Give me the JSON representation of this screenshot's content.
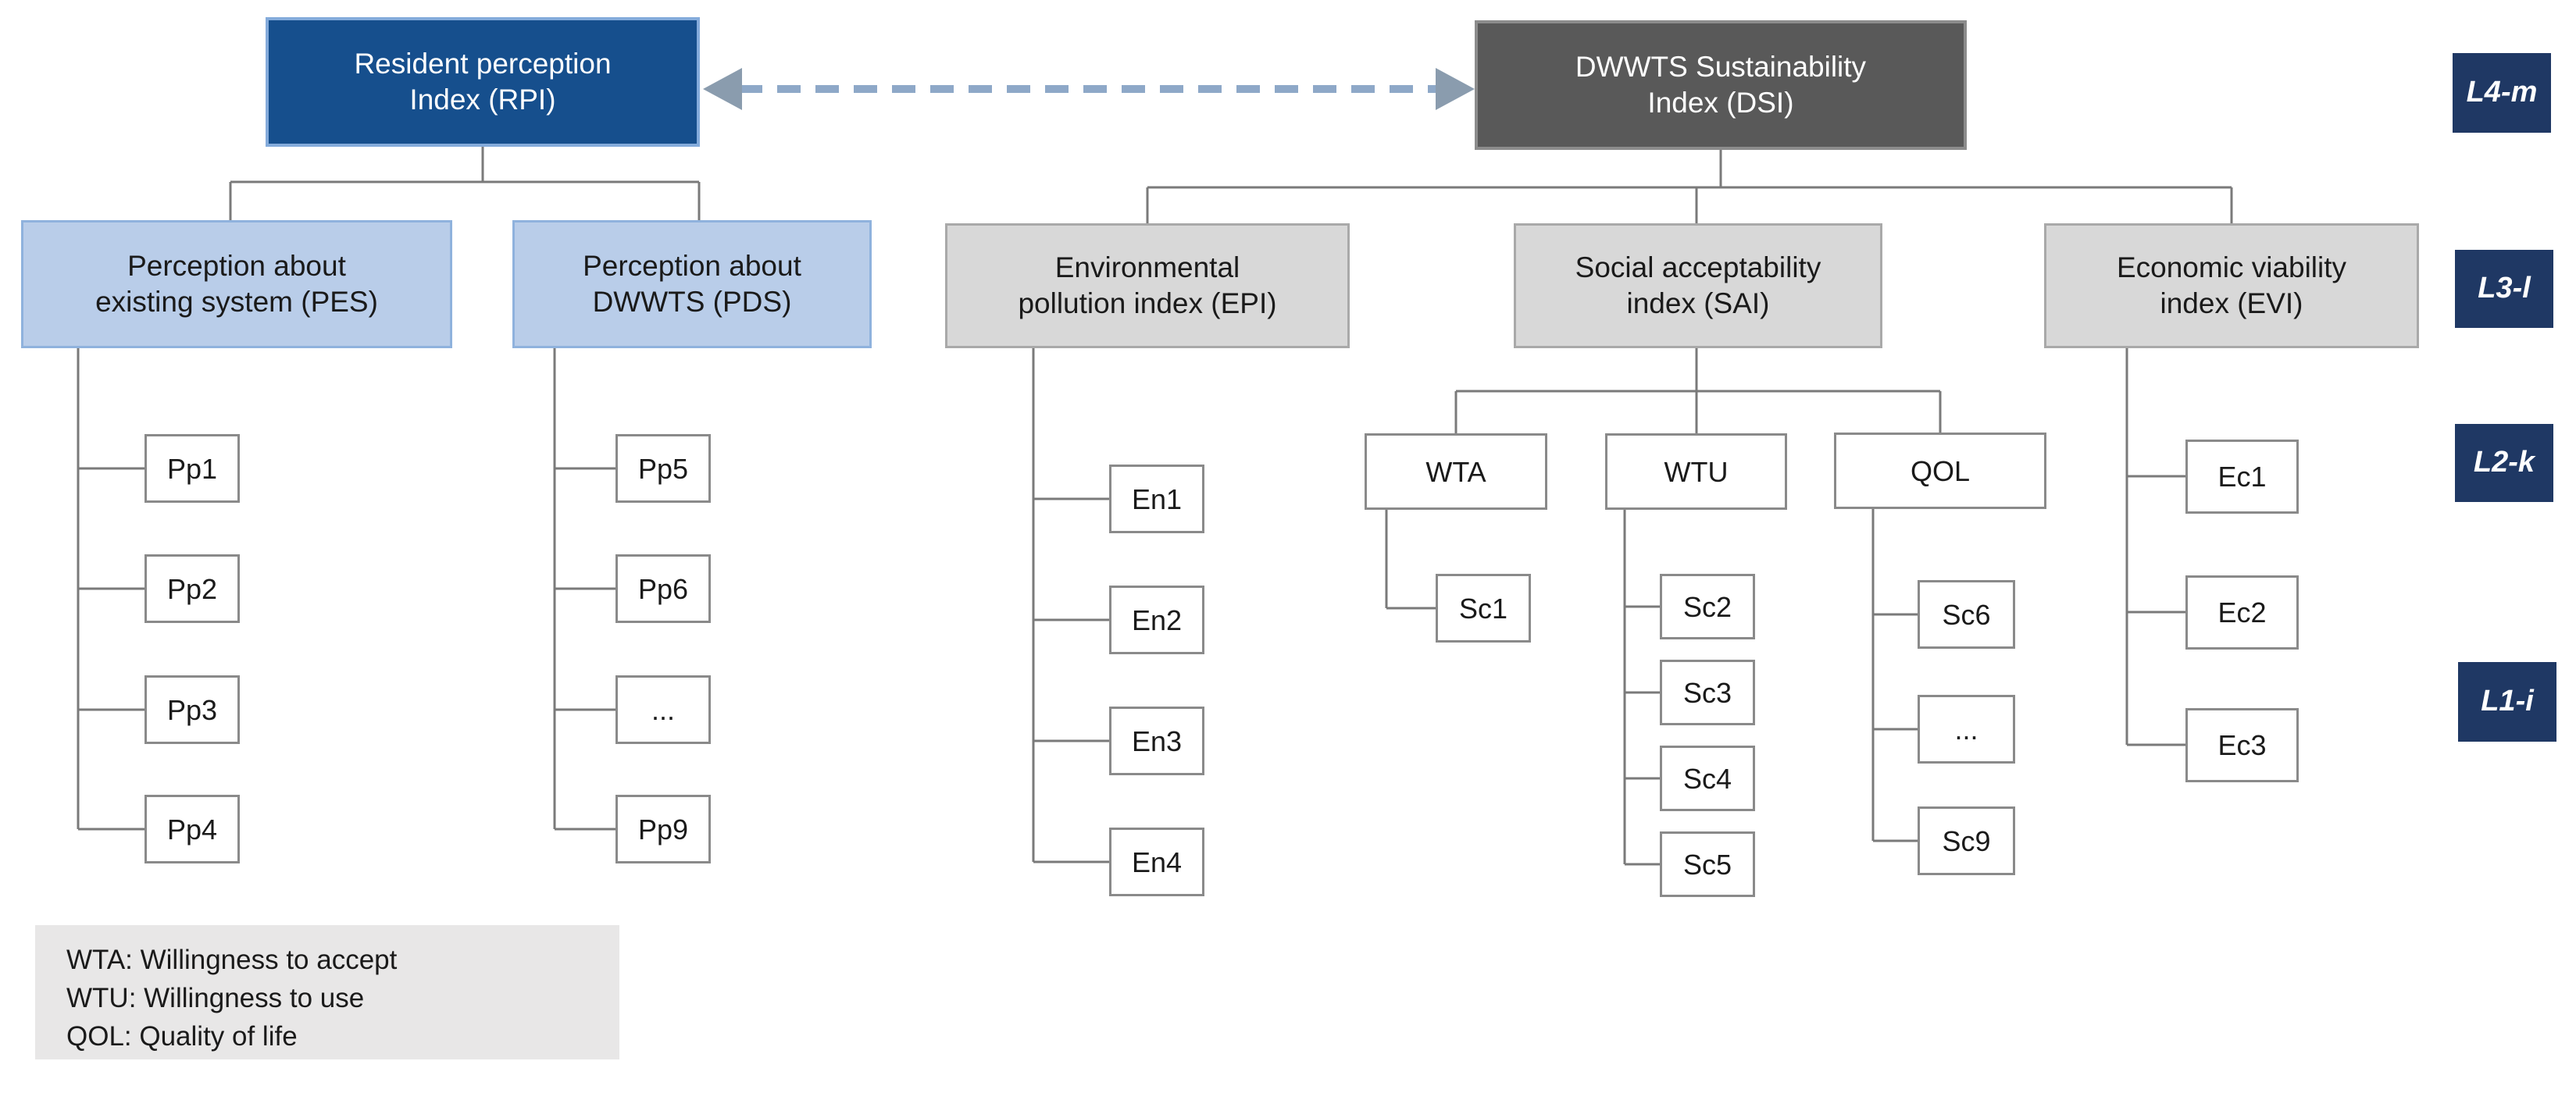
{
  "colors": {
    "root_blue": "#164f8d",
    "root_blue_border": "#84abdb",
    "root_gray": "#595959",
    "level2_blue": "#b9cde9",
    "level2_gray": "#d8d8d8",
    "level_tag_navy": "#1f3864",
    "connector_gray": "#7a7a7a",
    "arrow_blue": "#8ea8c8",
    "legend_bg": "#e8e7e7"
  },
  "top": {
    "rpi": "Resident perception\nIndex (RPI)",
    "dsi": "DWWTS Sustainability\nIndex (DSI)"
  },
  "level2": {
    "pes": "Perception about\nexisting system (PES)",
    "pds": "Perception about\nDWWTS (PDS)",
    "epi": "Environmental\npollution index (EPI)",
    "sai": "Social acceptability\nindex (SAI)",
    "evi": "Economic viability\nindex (EVI)"
  },
  "level3": {
    "wta": "WTA",
    "wtu": "WTU",
    "qol": "QOL"
  },
  "leaves": {
    "pes": [
      "Pp1",
      "Pp2",
      "Pp3",
      "Pp4"
    ],
    "pds": [
      "Pp5",
      "Pp6",
      "...",
      "Pp9"
    ],
    "epi": [
      "En1",
      "En2",
      "En3",
      "En4"
    ],
    "wta": [
      "Sc1"
    ],
    "wtu": [
      "Sc2",
      "Sc3",
      "Sc4",
      "Sc5"
    ],
    "qol": [
      "Sc6",
      "...",
      "Sc9"
    ],
    "evi": [
      "Ec1",
      "Ec2",
      "Ec3"
    ]
  },
  "level_tags": [
    "L4-m",
    "L3-l",
    "L2-k",
    "L1-i"
  ],
  "legend": {
    "line1": "WTA: Willingness to accept",
    "line2": "WTU: Willingness to use",
    "line3": "QOL: Quality of life"
  }
}
